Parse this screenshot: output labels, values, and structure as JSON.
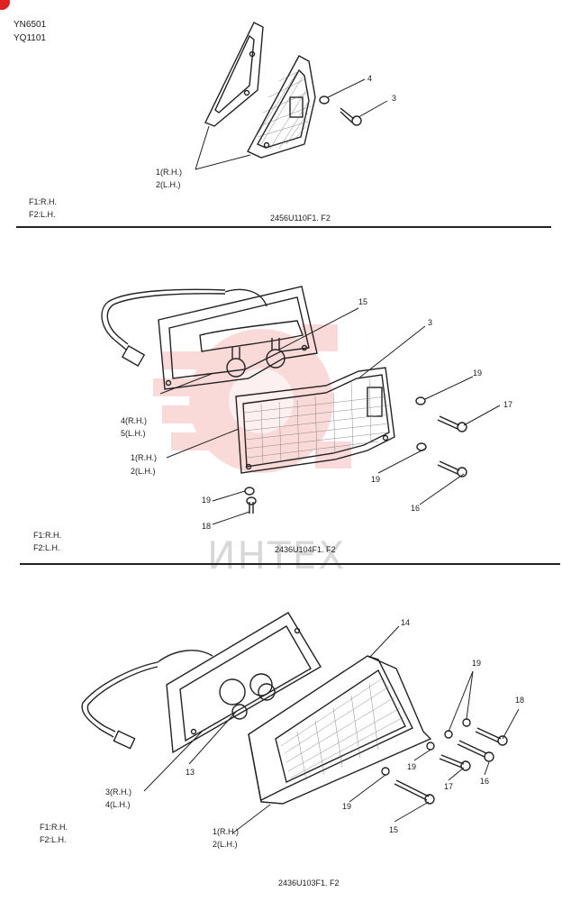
{
  "header": {
    "model_1": "YN6501",
    "model_2": "YQ1101"
  },
  "sections": [
    {
      "legend_1": "F1:R.H.",
      "legend_2": "F2:L.H.",
      "figure_code": "2456U110F1. F2",
      "part_labels": {
        "p1": "1(R.H.)",
        "p2": "2(L.H.)",
        "p3": "3",
        "p4": "4"
      }
    },
    {
      "legend_1": "F1:R.H.",
      "legend_2": "F2:L.H.",
      "figure_code": "2436U104F1. F2",
      "part_labels": {
        "p15": "15",
        "p3": "3",
        "p19a": "19",
        "p17": "17",
        "p4": "4(R.H.)",
        "p5": "5(L.H.)",
        "p1": "1(R.H.)",
        "p2": "2(L.H.)",
        "p19b": "19",
        "p16": "16",
        "p19c": "19",
        "p18": "18"
      }
    },
    {
      "legend_1": "F1:R.H.",
      "legend_2": "F2:L.H.",
      "figure_code": "2436U103F1. F2",
      "part_labels": {
        "p14": "14",
        "p19a": "19",
        "p18": "18",
        "p13": "13",
        "p19b": "19",
        "p17": "17",
        "p16": "16",
        "p3": "3(R.H.)",
        "p4": "4(L.H.)",
        "p19c": "19",
        "p1": "1(R.H.)",
        "p2": "2(L.H.)",
        "p15": "15"
      }
    }
  ],
  "watermark": {
    "text": "ИНТЕХ",
    "color": "#e53935"
  }
}
